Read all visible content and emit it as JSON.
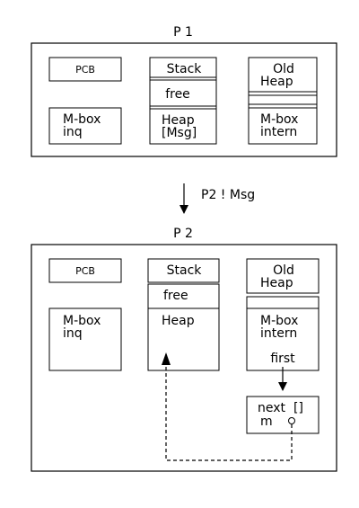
{
  "p1": {
    "title": "P 1",
    "pcb": "PCB",
    "mbox_inq": [
      "M-box",
      "inq"
    ],
    "stack": "Stack",
    "free": "free",
    "heap_msg": [
      "Heap",
      "[Msg]"
    ],
    "old_heap": [
      "Old",
      "Heap"
    ],
    "mbox_intern": [
      "M-box",
      "intern"
    ]
  },
  "send": {
    "label": "P2 ! Msg"
  },
  "p2": {
    "title": "P 2",
    "pcb": "PCB",
    "mbox_inq": [
      "M-box",
      "inq"
    ],
    "stack": "Stack",
    "free": "free",
    "heap": "Heap",
    "old_heap": [
      "Old",
      "Heap"
    ],
    "mbox_intern": [
      "M-box",
      "intern"
    ],
    "first": "first",
    "msg_cell": {
      "next": "next",
      "brackets": "[]",
      "m": "m"
    }
  }
}
